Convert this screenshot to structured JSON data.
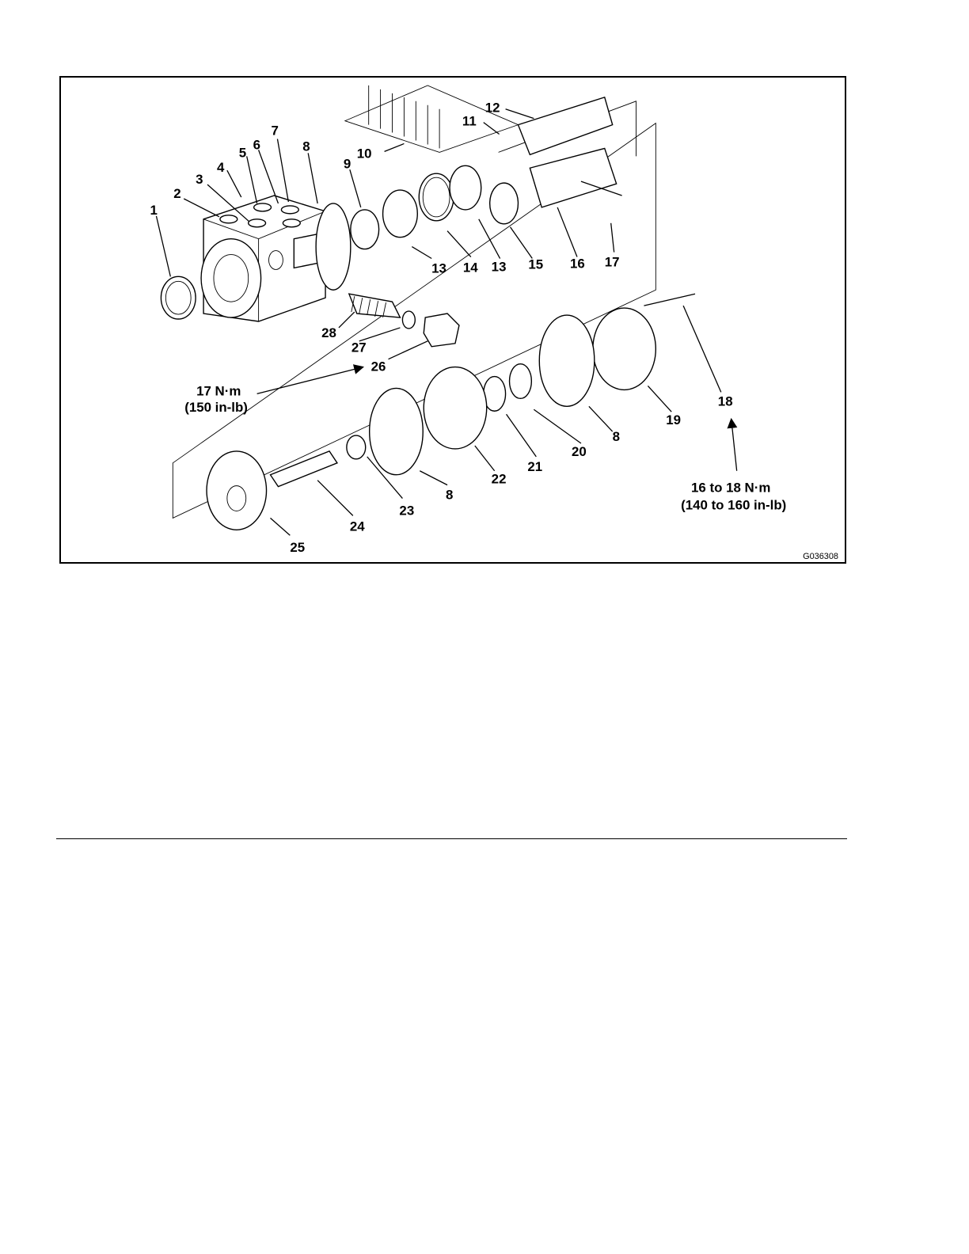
{
  "figure": {
    "id": "G036308",
    "callouts": [
      "1",
      "2",
      "3",
      "4",
      "5",
      "6",
      "7",
      "8",
      "9",
      "10",
      "11",
      "12",
      "13",
      "14",
      "13",
      "15",
      "16",
      "17",
      "28",
      "27",
      "26",
      "18",
      "19",
      "8",
      "20",
      "21",
      "22",
      "8",
      "23",
      "24",
      "25"
    ],
    "torque_1": {
      "line1": "17 N·m",
      "line2": "(150 in-lb)"
    },
    "torque_2": {
      "line1": "16 to 18 N·m",
      "line2": "(140 to 160 in-lb)"
    }
  }
}
